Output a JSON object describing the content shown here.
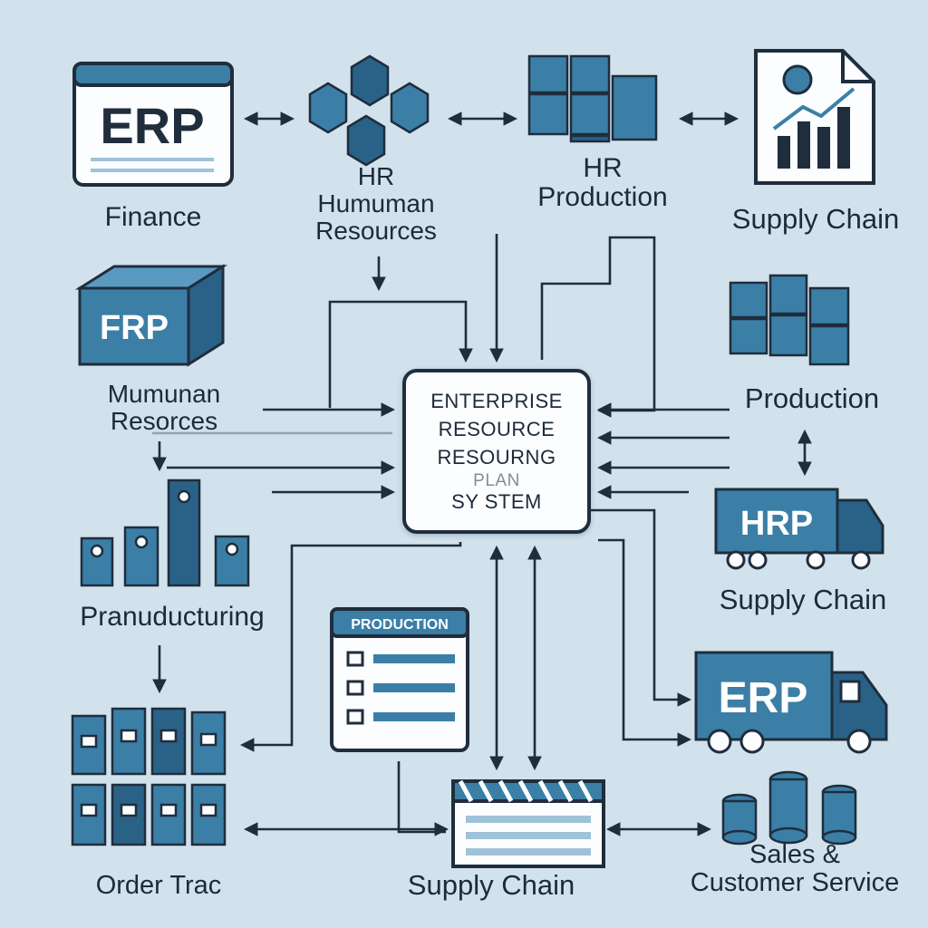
{
  "center": {
    "line1": "ENTERPRISE",
    "line2": "RESOURCE",
    "line3": "RESOURNG",
    "line4": "PLAN",
    "line5": "SY STEM"
  },
  "nodes": {
    "erp_window": {
      "badge": "ERP",
      "label": "Finance"
    },
    "hr_cubes": {
      "line1": "HR",
      "line2": "Humuman",
      "line3": "Resources"
    },
    "hr_production": {
      "line1": "HR",
      "line2": "Production"
    },
    "report": {
      "label": "Supply Chain"
    },
    "frp_box": {
      "badge": "FRP",
      "line1": "Mumunan",
      "line2": "Resorces"
    },
    "production_cubes": {
      "label": "Production"
    },
    "manufacturing": {
      "label": "Pranuducturing"
    },
    "hrp_truck": {
      "badge": "HRP",
      "label": "Supply Chain"
    },
    "production_panel": {
      "title": "PRODUCTION"
    },
    "erp_truck": {
      "badge": "ERP"
    },
    "order_tracking": {
      "label": "Order Trac"
    },
    "supply_store": {
      "label": "Supply Chain"
    },
    "sales": {
      "line1": "Sales &",
      "line2": "Customer Service"
    }
  },
  "colors": {
    "background": "#d2e2ec",
    "accent": "#3b7fa6",
    "accent_dark": "#2a6287",
    "outline": "#1f2d3d"
  }
}
